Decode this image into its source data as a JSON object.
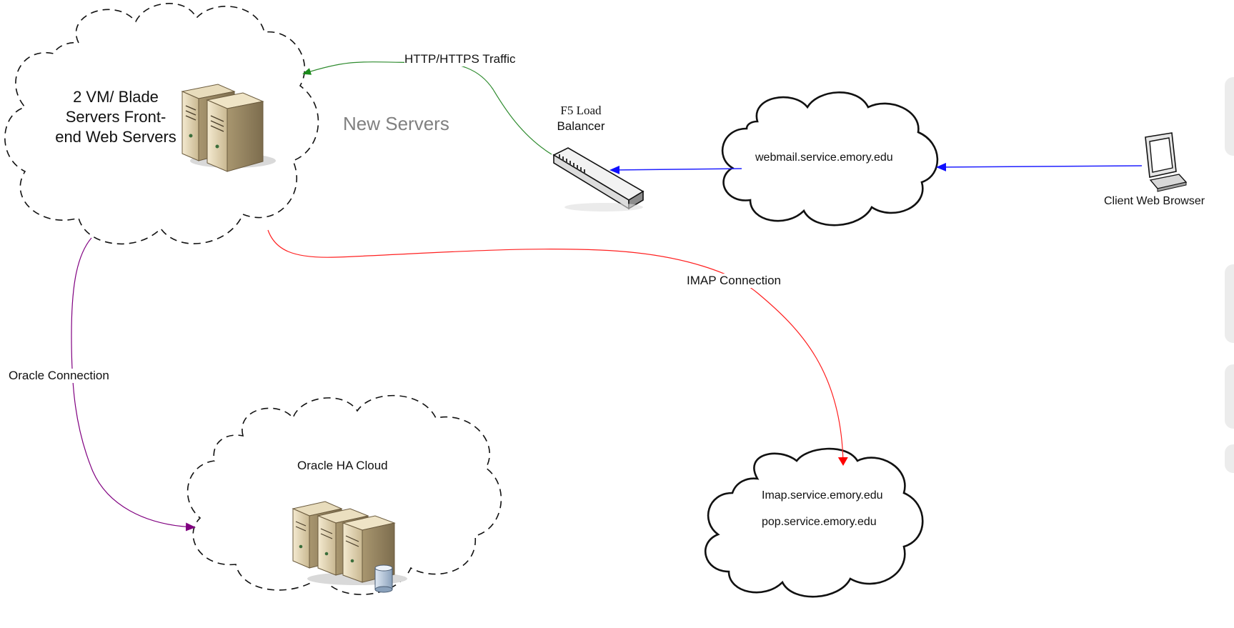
{
  "nodes": {
    "frontend": {
      "label": "2 VM/ Blade Servers Front-end Web Servers"
    },
    "new_servers": {
      "label": "New Servers"
    },
    "load_balancer": {
      "label_line1": "F5 Load",
      "label_line2": "Balancer"
    },
    "webmail": {
      "label": "webmail.service.emory.edu"
    },
    "client": {
      "label": "Client Web Browser"
    },
    "oracle": {
      "label": "Oracle HA Cloud"
    },
    "mail": {
      "label_imap": "Imap.service.emory.edu",
      "label_pop": "pop.service.emory.edu"
    }
  },
  "edges": {
    "http": {
      "label": "HTTP/HTTPS Traffic",
      "color": "#2e8b2e"
    },
    "imap": {
      "label": "IMAP Connection",
      "color": "#ff2020"
    },
    "oracle": {
      "label": "Oracle Connection",
      "color": "#800080"
    },
    "client_to_webmail": {
      "color": "#1f1fff"
    },
    "webmail_to_lb": {
      "color": "#1f1fff"
    }
  }
}
